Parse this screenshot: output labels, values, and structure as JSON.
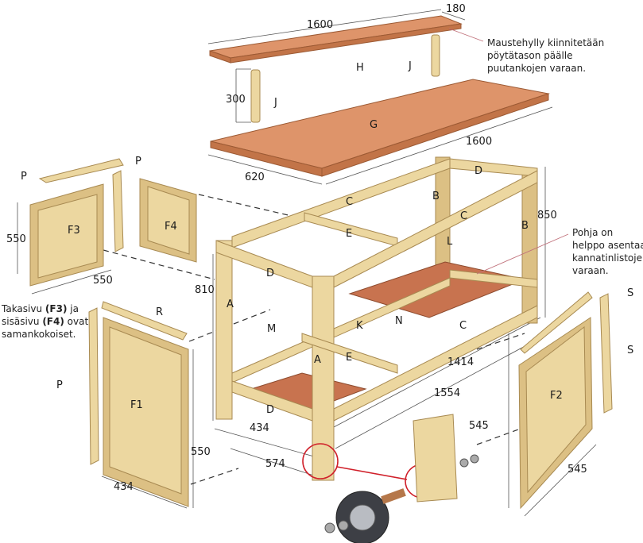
{
  "diagram": {
    "title": "Exploded view of workbench on wheels",
    "part_labels": {
      "shelf": "H",
      "dowel_right": "J",
      "dowel_left": "J",
      "tabletop": "G",
      "panel_back": "F3",
      "panel_inner": "F4",
      "panel_front": "F1",
      "panel_right": "F2",
      "p_top": "P",
      "p_top2": "P",
      "p_left": "P",
      "r_strip": "R",
      "s_top": "S",
      "s_side": "S",
      "leg_front_left": "A",
      "leg_front": "A",
      "leg_back": "B",
      "leg_right": "B",
      "rail_c_top_back": "C",
      "rail_c_top_front": "C",
      "rail_c_bottom": "C",
      "rail_d_top_right": "D",
      "rail_d_top_left": "D",
      "rail_d_bottom": "D",
      "rail_e_top": "E",
      "rail_e_bottom": "E",
      "cleat_l": "L",
      "cleat_k": "K",
      "cleat_m": "M",
      "slats_n": "N"
    },
    "dimensions": {
      "shelf_depth": "180",
      "shelf_length": "1600",
      "dowel_height": "300",
      "top_length": "1600",
      "top_depth": "620",
      "f3_height": "550",
      "f3_width": "550",
      "frame_height_back": "850",
      "frame_height_front": "810",
      "frame_inner_length": "1414",
      "frame_outer_length": "1554",
      "frame_depth": "434",
      "frame_depth_outer": "574",
      "f1_height": "550",
      "f1_width": "434",
      "f2_height": "545",
      "f2_width": "545"
    },
    "notes": {
      "shelf_note": [
        "Maustehylly kiinnitetään",
        "pöytätason päälle",
        "puutankojen varaan."
      ],
      "bottom_note": [
        "Pohja on",
        "helppo asentaa",
        "kannatinlistojen",
        "varaan."
      ],
      "side_note": {
        "l1a": "Takasivu ",
        "l1b": "(F3)",
        "l1c": " ja",
        "l2a": "sisäsivu ",
        "l2b": "(F4)",
        "l2c": " ovat",
        "l3": "samankokoiset."
      }
    },
    "colors": {
      "wood": "#ecd7a0",
      "tabletop": "#de946a",
      "highlight": "#d0202a"
    }
  }
}
